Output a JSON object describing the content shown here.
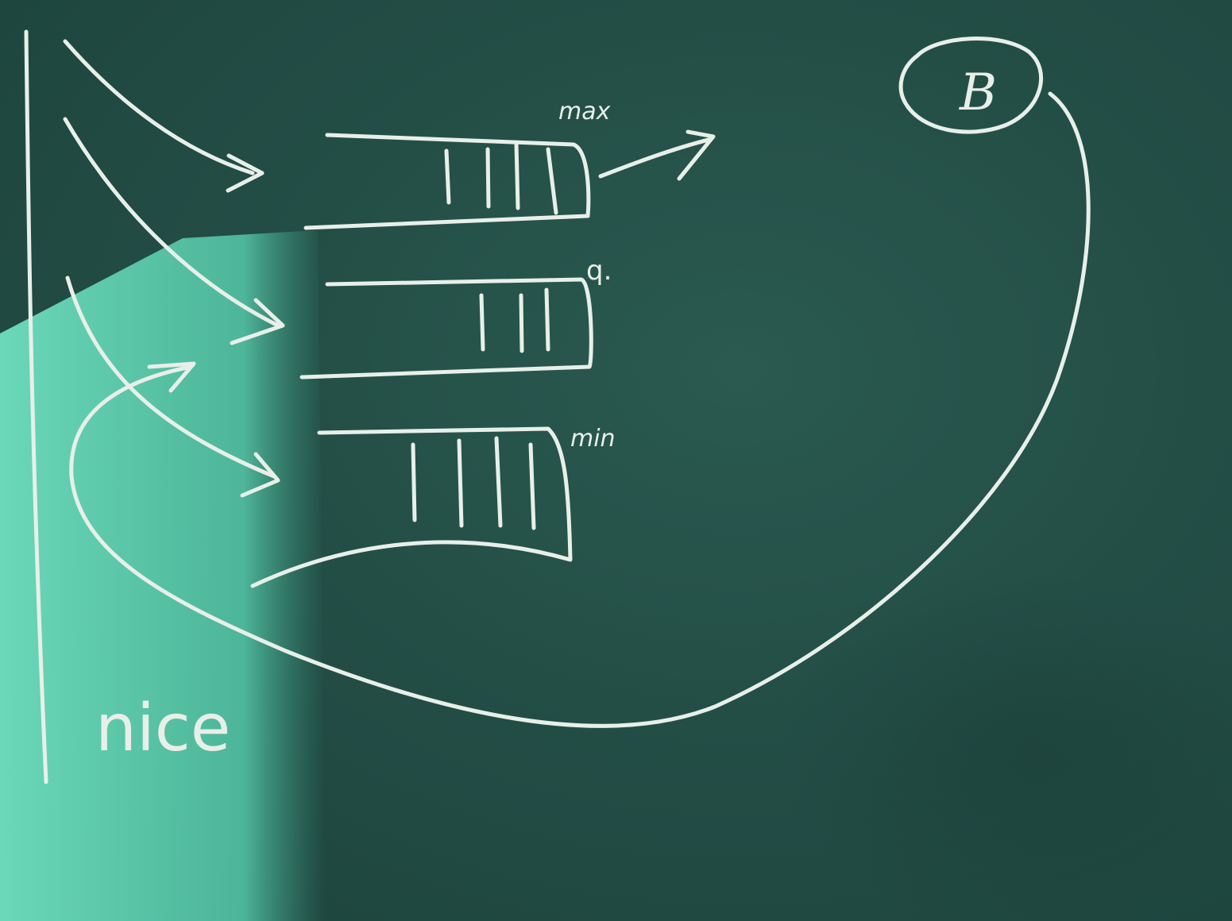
{
  "board": {
    "colors": {
      "board": "#234e46",
      "chalk": "#e8efe9",
      "light_patch": "#5fd0b0"
    }
  },
  "labels": {
    "queue_top": "max",
    "queue_middle": "q.",
    "queue_bottom": "min",
    "circle": "B",
    "bottom_left": "nice"
  }
}
